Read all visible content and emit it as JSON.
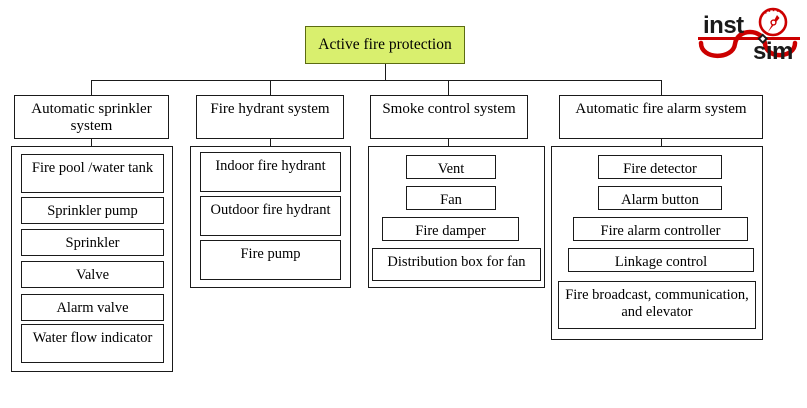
{
  "diagram": {
    "title": "Active fire protection",
    "root": {
      "label": "Active fire protection",
      "fill": "#d9ef6e"
    },
    "branches": [
      {
        "label": "Automatic sprinkler system",
        "items": [
          "Fire pool /water tank",
          "Sprinkler pump",
          "Sprinkler",
          "Valve",
          "Alarm valve",
          "Water flow indicator"
        ]
      },
      {
        "label": "Fire hydrant system",
        "items": [
          "Indoor fire hydrant",
          "Outdoor fire hydrant",
          "Fire pump"
        ]
      },
      {
        "label": "Smoke control system",
        "items": [
          "Vent",
          "Fan",
          "Fire damper",
          "Distribution box for fan"
        ]
      },
      {
        "label": "Automatic fire alarm system",
        "items": [
          "Fire detector",
          "Alarm button",
          "Fire alarm controller",
          "Linkage control",
          "Fire  broadcast, communication, and elevator"
        ]
      }
    ],
    "colors": {
      "root_fill": "#d9ef6e",
      "root_border": "#5c6b12",
      "line": "#1a1a1a",
      "box_fill": "#ffffff",
      "logo_red": "#cc0000",
      "logo_dark": "#1a1a1a"
    }
  },
  "logo": {
    "word_top": "inst",
    "word_bottom": "sim",
    "icon": "gauge-needle-icon"
  }
}
